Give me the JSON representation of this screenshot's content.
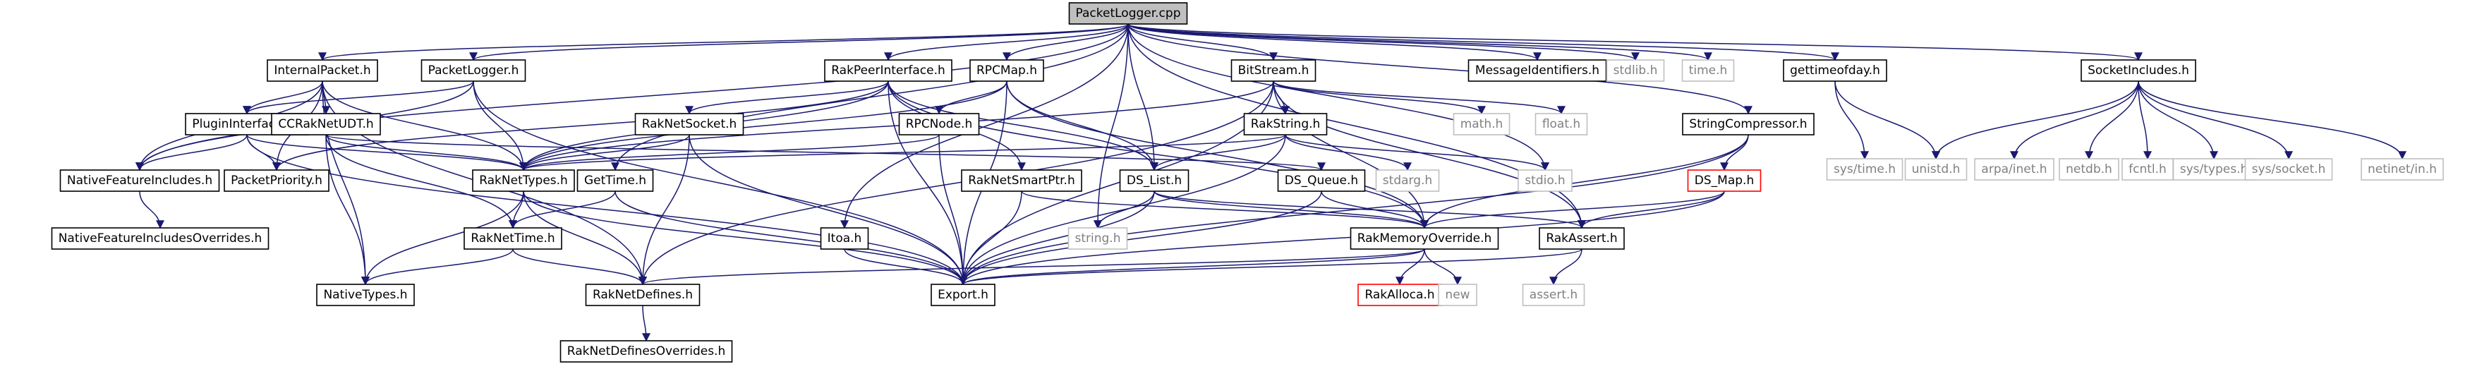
{
  "graph": {
    "kind": "include-dependency-graph",
    "root": "PacketLogger.cpp",
    "style": {
      "edge_color": "#191970",
      "node_border_default": "#000000",
      "node_border_external": "#bfbfbf",
      "node_border_highlight": "#ff0000",
      "root_fill": "#bfbfbf"
    },
    "nodes": [
      {
        "id": "packetlogger_cpp",
        "label": "PacketLogger.cpp",
        "style": "root"
      },
      {
        "id": "internalpacket_h",
        "label": "InternalPacket.h",
        "style": "default"
      },
      {
        "id": "packetlogger_h",
        "label": "PacketLogger.h",
        "style": "default"
      },
      {
        "id": "rakpeerinterface_h",
        "label": "RakPeerInterface.h",
        "style": "default"
      },
      {
        "id": "rpcmap_h",
        "label": "RPCMap.h",
        "style": "default"
      },
      {
        "id": "bitstream_h",
        "label": "BitStream.h",
        "style": "default"
      },
      {
        "id": "messageidentifiers_h",
        "label": "MessageIdentifiers.h",
        "style": "default"
      },
      {
        "id": "stdlib_h",
        "label": "stdlib.h",
        "style": "external"
      },
      {
        "id": "time_h",
        "label": "time.h",
        "style": "external"
      },
      {
        "id": "gettimeofday_h",
        "label": "gettimeofday.h",
        "style": "default"
      },
      {
        "id": "socketincludes_h",
        "label": "SocketIncludes.h",
        "style": "default"
      },
      {
        "id": "plugininterface2_h",
        "label": "PluginInterface2.h",
        "style": "default"
      },
      {
        "id": "ccraknetudt_h",
        "label": "CCRakNetUDT.h",
        "style": "default"
      },
      {
        "id": "raknetsocket_h",
        "label": "RakNetSocket.h",
        "style": "default"
      },
      {
        "id": "rpcnode_h",
        "label": "RPCNode.h",
        "style": "default"
      },
      {
        "id": "rakstring_h",
        "label": "RakString.h",
        "style": "default"
      },
      {
        "id": "math_h",
        "label": "math.h",
        "style": "external"
      },
      {
        "id": "float_h",
        "label": "float.h",
        "style": "external"
      },
      {
        "id": "stringcompressor_h",
        "label": "StringCompressor.h",
        "style": "default"
      },
      {
        "id": "systime_h",
        "label": "sys/time.h",
        "style": "external"
      },
      {
        "id": "unistd_h",
        "label": "unistd.h",
        "style": "external"
      },
      {
        "id": "arpainet_h",
        "label": "arpa/inet.h",
        "style": "external"
      },
      {
        "id": "netdb_h",
        "label": "netdb.h",
        "style": "external"
      },
      {
        "id": "fcntl_h",
        "label": "fcntl.h",
        "style": "external"
      },
      {
        "id": "systypes_h",
        "label": "sys/types.h",
        "style": "external"
      },
      {
        "id": "syssocket_h",
        "label": "sys/socket.h",
        "style": "external"
      },
      {
        "id": "netinetin_h",
        "label": "netinet/in.h",
        "style": "external"
      },
      {
        "id": "nativefeatureincludes_h",
        "label": "NativeFeatureIncludes.h",
        "style": "default"
      },
      {
        "id": "packetpriority_h",
        "label": "PacketPriority.h",
        "style": "default"
      },
      {
        "id": "raknettypes_h",
        "label": "RakNetTypes.h",
        "style": "default"
      },
      {
        "id": "gettime_h",
        "label": "GetTime.h",
        "style": "default"
      },
      {
        "id": "raknetsmartptr_h",
        "label": "RakNetSmartPtr.h",
        "style": "default"
      },
      {
        "id": "ds_list_h",
        "label": "DS_List.h",
        "style": "default"
      },
      {
        "id": "ds_queue_h",
        "label": "DS_Queue.h",
        "style": "default"
      },
      {
        "id": "stdarg_h",
        "label": "stdarg.h",
        "style": "external"
      },
      {
        "id": "stdio_h",
        "label": "stdio.h",
        "style": "external"
      },
      {
        "id": "ds_map_h",
        "label": "DS_Map.h",
        "style": "highlight"
      },
      {
        "id": "nativefeatureincludesoverrides_h",
        "label": "NativeFeatureIncludesOverrides.h",
        "style": "default"
      },
      {
        "id": "raknettime_h",
        "label": "RakNetTime.h",
        "style": "default"
      },
      {
        "id": "itoa_h",
        "label": "Itoa.h",
        "style": "default"
      },
      {
        "id": "string_h",
        "label": "string.h",
        "style": "external"
      },
      {
        "id": "rakmemoryoverride_h",
        "label": "RakMemoryOverride.h",
        "style": "default"
      },
      {
        "id": "rakassert_h",
        "label": "RakAssert.h",
        "style": "default"
      },
      {
        "id": "nativetypes_h",
        "label": "NativeTypes.h",
        "style": "default"
      },
      {
        "id": "raknetdefines_h",
        "label": "RakNetDefines.h",
        "style": "default"
      },
      {
        "id": "export_h",
        "label": "Export.h",
        "style": "default"
      },
      {
        "id": "rakalloca_h",
        "label": "RakAlloca.h",
        "style": "highlight"
      },
      {
        "id": "new",
        "label": "new",
        "style": "external"
      },
      {
        "id": "assert_h",
        "label": "assert.h",
        "style": "external"
      },
      {
        "id": "raknetdefinesoverrides_h",
        "label": "RakNetDefinesOverrides.h",
        "style": "default"
      }
    ],
    "edges": [
      [
        "packetlogger_cpp",
        "internalpacket_h"
      ],
      [
        "packetlogger_cpp",
        "packetlogger_h"
      ],
      [
        "packetlogger_cpp",
        "rakpeerinterface_h"
      ],
      [
        "packetlogger_cpp",
        "rpcmap_h"
      ],
      [
        "packetlogger_cpp",
        "bitstream_h"
      ],
      [
        "packetlogger_cpp",
        "messageidentifiers_h"
      ],
      [
        "packetlogger_cpp",
        "stdlib_h"
      ],
      [
        "packetlogger_cpp",
        "time_h"
      ],
      [
        "packetlogger_cpp",
        "gettimeofday_h"
      ],
      [
        "packetlogger_cpp",
        "socketincludes_h"
      ],
      [
        "packetlogger_cpp",
        "stringcompressor_h"
      ],
      [
        "packetlogger_cpp",
        "gettime_h"
      ],
      [
        "packetlogger_cpp",
        "itoa_h"
      ],
      [
        "packetlogger_cpp",
        "ds_list_h"
      ],
      [
        "packetlogger_cpp",
        "string_h"
      ],
      [
        "packetlogger_cpp",
        "stdio_h"
      ],
      [
        "packetlogger_cpp",
        "rakassert_h"
      ],
      [
        "packetlogger_cpp",
        "nativefeatureincludes_h"
      ],
      [
        "internalpacket_h",
        "plugininterface2_h"
      ],
      [
        "internalpacket_h",
        "packetpriority_h"
      ],
      [
        "internalpacket_h",
        "raknettypes_h"
      ],
      [
        "internalpacket_h",
        "ccraknetudt_h"
      ],
      [
        "internalpacket_h",
        "nativetypes_h"
      ],
      [
        "internalpacket_h",
        "raknetdefines_h"
      ],
      [
        "internalpacket_h",
        "nativefeatureincludes_h"
      ],
      [
        "packetlogger_h",
        "raknettypes_h"
      ],
      [
        "packetlogger_h",
        "plugininterface2_h"
      ],
      [
        "packetlogger_h",
        "export_h"
      ],
      [
        "packetlogger_h",
        "nativefeatureincludes_h"
      ],
      [
        "rakpeerinterface_h",
        "packetpriority_h"
      ],
      [
        "rakpeerinterface_h",
        "raknettypes_h"
      ],
      [
        "rakpeerinterface_h",
        "raknetsocket_h"
      ],
      [
        "rakpeerinterface_h",
        "raknetsmartptr_h"
      ],
      [
        "rakpeerinterface_h",
        "ds_list_h"
      ],
      [
        "rakpeerinterface_h",
        "rakmemoryoverride_h"
      ],
      [
        "rakpeerinterface_h",
        "export_h"
      ],
      [
        "rpcmap_h",
        "rpcnode_h"
      ],
      [
        "rpcmap_h",
        "ds_list_h"
      ],
      [
        "rpcmap_h",
        "raknettypes_h"
      ],
      [
        "rpcmap_h",
        "export_h"
      ],
      [
        "rpcmap_h",
        "rakmemoryoverride_h"
      ],
      [
        "bitstream_h",
        "rakstring_h"
      ],
      [
        "bitstream_h",
        "math_h"
      ],
      [
        "bitstream_h",
        "float_h"
      ],
      [
        "bitstream_h",
        "raknettypes_h"
      ],
      [
        "bitstream_h",
        "rakmemoryoverride_h"
      ],
      [
        "bitstream_h",
        "rakassert_h"
      ],
      [
        "bitstream_h",
        "export_h"
      ],
      [
        "bitstream_h",
        "raknetdefines_h"
      ],
      [
        "gettimeofday_h",
        "systime_h"
      ],
      [
        "gettimeofday_h",
        "unistd_h"
      ],
      [
        "socketincludes_h",
        "unistd_h"
      ],
      [
        "socketincludes_h",
        "arpainet_h"
      ],
      [
        "socketincludes_h",
        "netdb_h"
      ],
      [
        "socketincludes_h",
        "fcntl_h"
      ],
      [
        "socketincludes_h",
        "systypes_h"
      ],
      [
        "socketincludes_h",
        "syssocket_h"
      ],
      [
        "socketincludes_h",
        "netinetin_h"
      ],
      [
        "plugininterface2_h",
        "nativefeatureincludes_h"
      ],
      [
        "plugininterface2_h",
        "raknettypes_h"
      ],
      [
        "plugininterface2_h",
        "packetpriority_h"
      ],
      [
        "plugininterface2_h",
        "export_h"
      ],
      [
        "ccraknetudt_h",
        "raknettypes_h"
      ],
      [
        "ccraknetudt_h",
        "ds_queue_h"
      ],
      [
        "ccraknetudt_h",
        "raknettime_h"
      ],
      [
        "ccraknetudt_h",
        "nativetypes_h"
      ],
      [
        "raknetsocket_h",
        "raknettypes_h"
      ],
      [
        "raknetsocket_h",
        "raknetdefines_h"
      ],
      [
        "raknetsocket_h",
        "export_h"
      ],
      [
        "rpcnode_h",
        "raknettypes_h"
      ],
      [
        "rpcnode_h",
        "export_h"
      ],
      [
        "rakstring_h",
        "export_h"
      ],
      [
        "rakstring_h",
        "ds_list_h"
      ],
      [
        "rakstring_h",
        "raknettypes_h"
      ],
      [
        "rakstring_h",
        "stdio_h"
      ],
      [
        "rakstring_h",
        "stdarg_h"
      ],
      [
        "stringcompressor_h",
        "ds_map_h"
      ],
      [
        "stringcompressor_h",
        "rakmemoryoverride_h"
      ],
      [
        "stringcompressor_h",
        "export_h"
      ],
      [
        "nativefeatureincludes_h",
        "nativefeatureincludesoverrides_h"
      ],
      [
        "raknettypes_h",
        "raknettime_h"
      ],
      [
        "raknettypes_h",
        "nativetypes_h"
      ],
      [
        "raknettypes_h",
        "raknetdefines_h"
      ],
      [
        "raknettypes_h",
        "export_h"
      ],
      [
        "gettime_h",
        "raknettime_h"
      ],
      [
        "gettime_h",
        "export_h"
      ],
      [
        "raknetsmartptr_h",
        "rakmemoryoverride_h"
      ],
      [
        "raknetsmartptr_h",
        "export_h"
      ],
      [
        "ds_list_h",
        "rakassert_h"
      ],
      [
        "ds_list_h",
        "string_h"
      ],
      [
        "ds_list_h",
        "export_h"
      ],
      [
        "ds_list_h",
        "rakmemoryoverride_h"
      ],
      [
        "ds_queue_h",
        "rakmemoryoverride_h"
      ],
      [
        "ds_queue_h",
        "export_h"
      ],
      [
        "ds_map_h",
        "rakmemoryoverride_h"
      ],
      [
        "ds_map_h",
        "rakassert_h"
      ],
      [
        "ds_map_h",
        "export_h"
      ],
      [
        "raknettime_h",
        "nativetypes_h"
      ],
      [
        "raknettime_h",
        "raknetdefines_h"
      ],
      [
        "itoa_h",
        "export_h"
      ],
      [
        "rakmemoryoverride_h",
        "export_h"
      ],
      [
        "rakmemoryoverride_h",
        "rakalloca_h"
      ],
      [
        "rakmemoryoverride_h",
        "new"
      ],
      [
        "rakmemoryoverride_h",
        "raknetdefines_h"
      ],
      [
        "rakassert_h",
        "assert_h"
      ],
      [
        "rakassert_h",
        "export_h"
      ],
      [
        "raknetdefines_h",
        "raknetdefinesoverrides_h"
      ]
    ]
  }
}
